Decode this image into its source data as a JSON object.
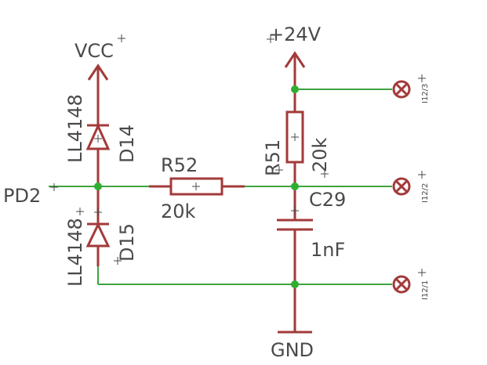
{
  "colors": {
    "wire": "#3fa33f",
    "part": "#a33a3a",
    "junction": "#2fae2f",
    "text": "#4a4a4a",
    "background": "#ffffff"
  },
  "nets": {
    "vcc": "VCC",
    "v24": "+24V",
    "gnd": "GND",
    "pd2": "PD2"
  },
  "parts": {
    "d14": {
      "name": "D14",
      "value": "LL4148"
    },
    "d15": {
      "name": "D15",
      "value": "LL4148"
    },
    "r52": {
      "name": "R52",
      "value": "20k"
    },
    "r51": {
      "name": "R51",
      "value": "20k"
    },
    "c29": {
      "name": "C29",
      "value": "1nF"
    }
  },
  "connector_pins": [
    "I12/3",
    "I12/2",
    "I12/1"
  ]
}
